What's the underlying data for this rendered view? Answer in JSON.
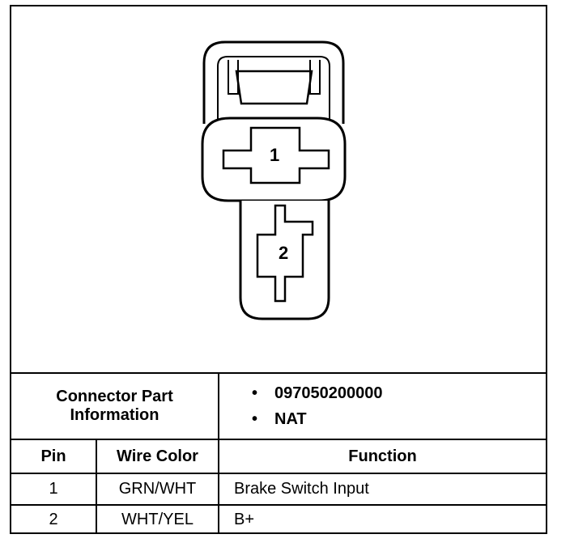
{
  "connector": {
    "pins": [
      {
        "label": "1"
      },
      {
        "label": "2"
      }
    ]
  },
  "part_info": {
    "label_line1": "Connector Part",
    "label_line2": "Information",
    "items": [
      "097050200000",
      "NAT"
    ],
    "bullet": "•"
  },
  "table": {
    "headers": {
      "pin": "Pin",
      "wire_color": "Wire Color",
      "function": "Function"
    },
    "rows": [
      {
        "pin": "1",
        "wire_color": "GRN/WHT",
        "function": "Brake Switch Input"
      },
      {
        "pin": "2",
        "wire_color": "WHT/YEL",
        "function": "B+"
      }
    ]
  }
}
